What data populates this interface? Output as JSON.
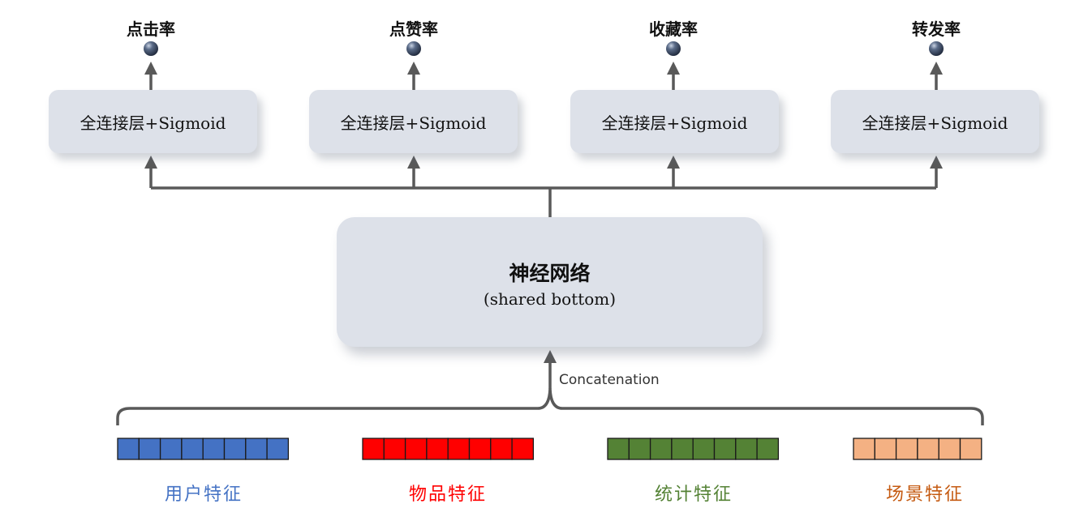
{
  "heads": [
    {
      "output_label": "点击率",
      "box_label": "全连接层+Sigmoid"
    },
    {
      "output_label": "点赞率",
      "box_label": "全连接层+Sigmoid"
    },
    {
      "output_label": "收藏率",
      "box_label": "全连接层+Sigmoid"
    },
    {
      "output_label": "转发率",
      "box_label": "全连接层+Sigmoid"
    }
  ],
  "shared": {
    "title": "神经网络",
    "subtitle": "(shared bottom)"
  },
  "concat_label": "Concatenation",
  "features": [
    {
      "label": "用户特征",
      "cells": 8,
      "fill": "#4472c4",
      "text_color": "#4472c4"
    },
    {
      "label": "物品特征",
      "cells": 8,
      "fill": "#ff0000",
      "text_color": "#ff0000"
    },
    {
      "label": "统计特征",
      "cells": 8,
      "fill": "#548235",
      "text_color": "#548235"
    },
    {
      "label": "场景特征",
      "cells": 6,
      "fill": "#f4b183",
      "text_color": "#c55a11"
    }
  ],
  "colors": {
    "box_fill": "#dde1e9",
    "connector": "#595959",
    "output_node": "#3b4a63"
  }
}
